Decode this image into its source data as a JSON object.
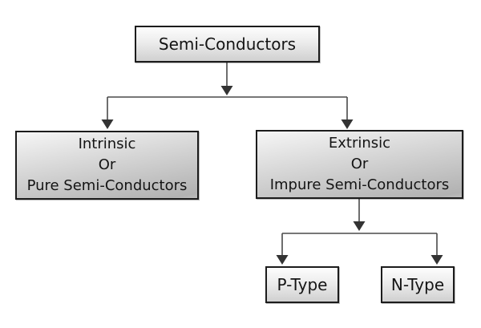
{
  "diagram": {
    "kind": "flowchart",
    "background": "#ffffff",
    "nodes": {
      "root": {
        "label": "Semi-Conductors"
      },
      "intrinsic": {
        "lines": [
          "Intrinsic",
          "Or",
          "Pure Semi-Conductors"
        ]
      },
      "extrinsic": {
        "lines": [
          "Extrinsic",
          "Or",
          "Impure Semi-Conductors"
        ]
      },
      "p_type": {
        "label": "P-Type"
      },
      "n_type": {
        "label": "N-Type"
      }
    },
    "edges": [
      "root -> intrinsic",
      "root -> extrinsic",
      "extrinsic -> p_type",
      "extrinsic -> n_type"
    ],
    "colors": {
      "box_border": "#1c1c1c",
      "box_fill_top": "#f6f6f6",
      "box_fill_bottom": "#b2b2b2",
      "small_box_fill_top": "#fdfdfd",
      "small_box_fill_bottom": "#d0d0d0",
      "connector_line": "#4a4a4a",
      "arrowhead": "#333333",
      "text": "#141414"
    }
  }
}
